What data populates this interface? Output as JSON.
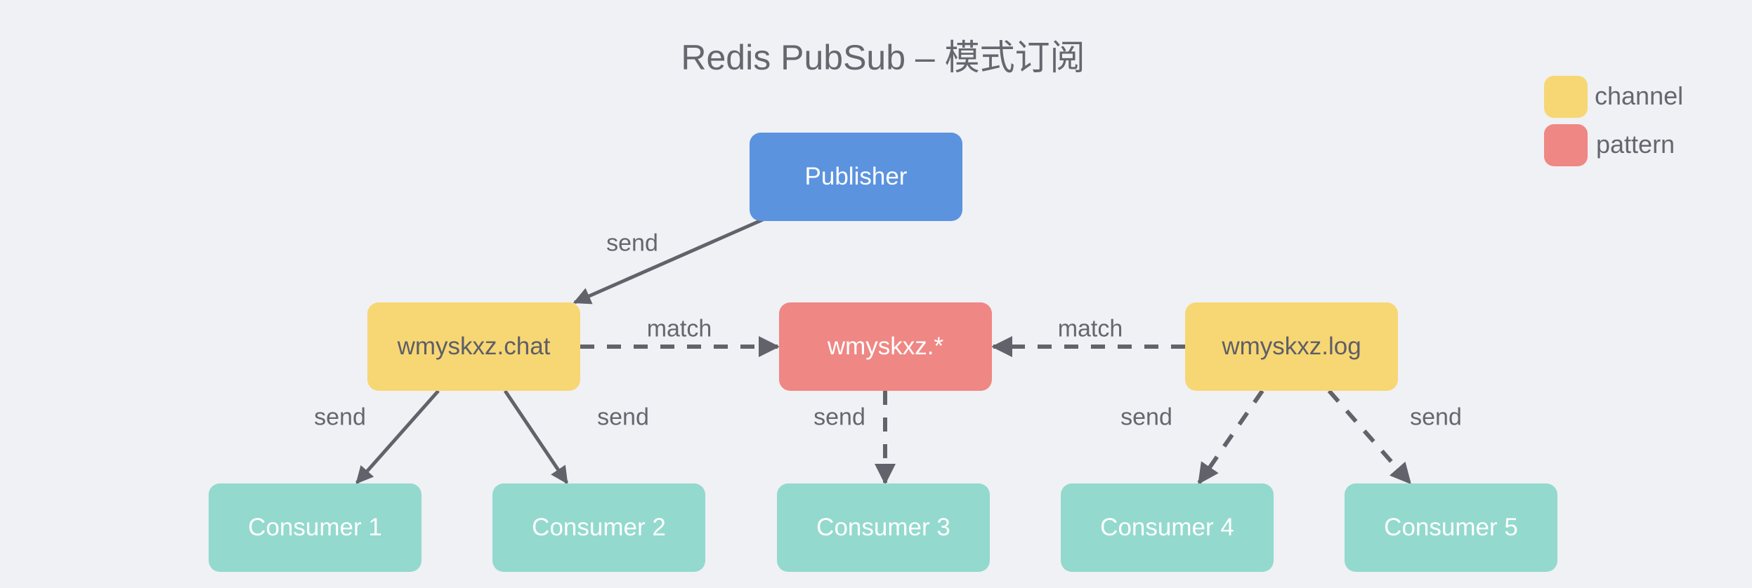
{
  "title": "Redis PubSub – 模式订阅",
  "colors": {
    "publisher": "#5b93df",
    "channel": "#f7d774",
    "pattern": "#ef8784",
    "consumer": "#93d9ce",
    "edge": "#62626b",
    "background": "#f0f1f5"
  },
  "legend": [
    {
      "label": "channel",
      "color": "#f7d774"
    },
    {
      "label": "pattern",
      "color": "#ef8784"
    }
  ],
  "nodes": {
    "publisher": "Publisher",
    "channel_chat": "wmyskxz.chat",
    "pattern": "wmyskxz.*",
    "channel_log": "wmyskxz.log",
    "consumers": [
      "Consumer 1",
      "Consumer 2",
      "Consumer 3",
      "Consumer 4",
      "Consumer 5"
    ]
  },
  "edges": [
    {
      "from": "Publisher",
      "to": "wmyskxz.chat",
      "label": "send",
      "style": "solid"
    },
    {
      "from": "wmyskxz.chat",
      "to": "wmyskxz.*",
      "label": "match",
      "style": "dashed"
    },
    {
      "from": "wmyskxz.log",
      "to": "wmyskxz.*",
      "label": "match",
      "style": "dashed"
    },
    {
      "from": "wmyskxz.chat",
      "to": "Consumer 1",
      "label": "send",
      "style": "solid"
    },
    {
      "from": "wmyskxz.chat",
      "to": "Consumer 2",
      "label": "send",
      "style": "solid"
    },
    {
      "from": "wmyskxz.*",
      "to": "Consumer 3",
      "label": "send",
      "style": "dashed"
    },
    {
      "from": "wmyskxz.log",
      "to": "Consumer 4",
      "label": "send",
      "style": "dashed"
    },
    {
      "from": "wmyskxz.log",
      "to": "Consumer 5",
      "label": "send",
      "style": "dashed"
    }
  ]
}
